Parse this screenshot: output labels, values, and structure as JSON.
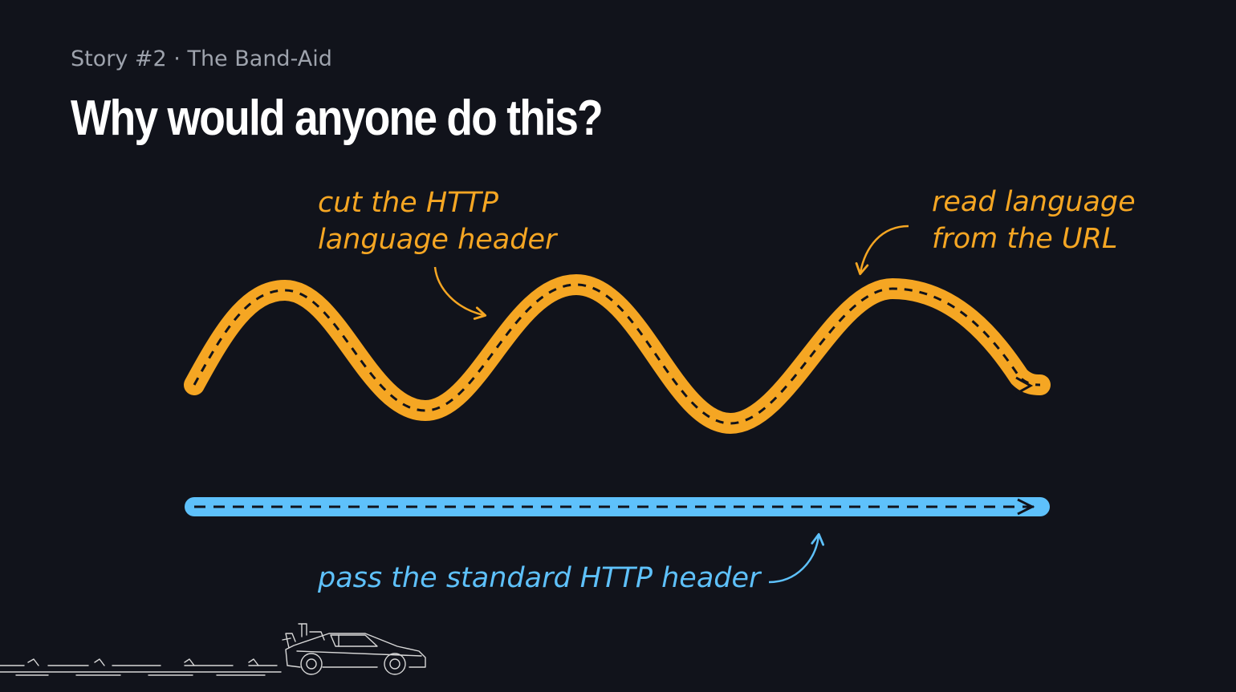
{
  "slide": {
    "subtitle": "Story #2 · The Band-Aid",
    "title": "Why would anyone do this?"
  },
  "annotations": {
    "cut_header": [
      "cut the HTTP",
      "language header"
    ],
    "read_url": [
      "read language",
      "from the URL"
    ],
    "pass_header": "pass the standard HTTP header"
  },
  "colors": {
    "background": "#11131b",
    "orange_path": "#f5a623",
    "blue_path": "#5ec1fb",
    "subtitle": "#9ea3ad",
    "title": "#ffffff"
  },
  "icons": {
    "decoration": "delorean-car-icon"
  }
}
